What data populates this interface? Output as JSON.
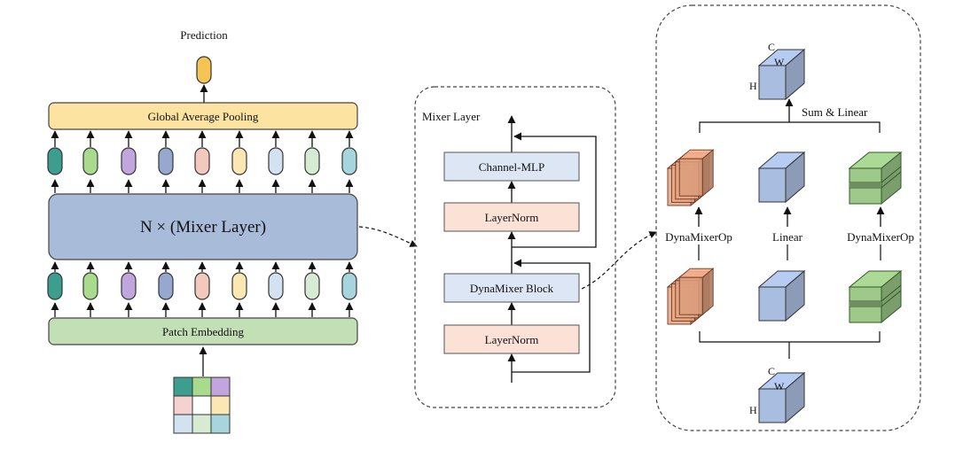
{
  "left": {
    "prediction": "Prediction",
    "gap": "Global Average Pooling",
    "mixer": "N × (Mixer Layer)",
    "patch": "Patch Embedding",
    "token_colors": [
      "#3d9e90",
      "#a8dc8c",
      "#c2a5dc",
      "#97a8cf",
      "#f4c9bd",
      "#fbe7b1",
      "#d3e2f1",
      "#d7ebd2",
      "#a7d5dd"
    ],
    "image_cells": [
      "#3d9e90",
      "#a8dc8c",
      "#c2a5dc",
      "#f4d2cf",
      "#ffffff",
      "#fbe7b1",
      "#d3e2f1",
      "#d7ebd2",
      "#a7d5dd"
    ],
    "output_token_color": "#f5c454"
  },
  "middle": {
    "title": "Mixer Layer",
    "channel_mlp": "Channel-MLP",
    "layernorm_top": "LayerNorm",
    "dynamixer": "DynaMixer Block",
    "layernorm_bottom": "LayerNorm"
  },
  "right": {
    "top_C": "C",
    "top_W": "W",
    "top_H": "H",
    "sum_linear": "Sum & Linear",
    "op_left": "DynaMixerOp",
    "op_mid": "Linear",
    "op_right": "DynaMixerOp",
    "bot_C": "C",
    "bot_W": "W",
    "bot_H": "H"
  },
  "colors": {
    "blue_fill": "#a9bde0",
    "orange_fill": "#e8a582",
    "green_fill": "#9fc98a",
    "gap_fill": "#fde3a2",
    "mixer_fill": "#a8bbd9",
    "patch_fill": "#c3dfb5",
    "mlp_fill": "#dce6f5",
    "ln_fill": "#fbe1d6"
  }
}
